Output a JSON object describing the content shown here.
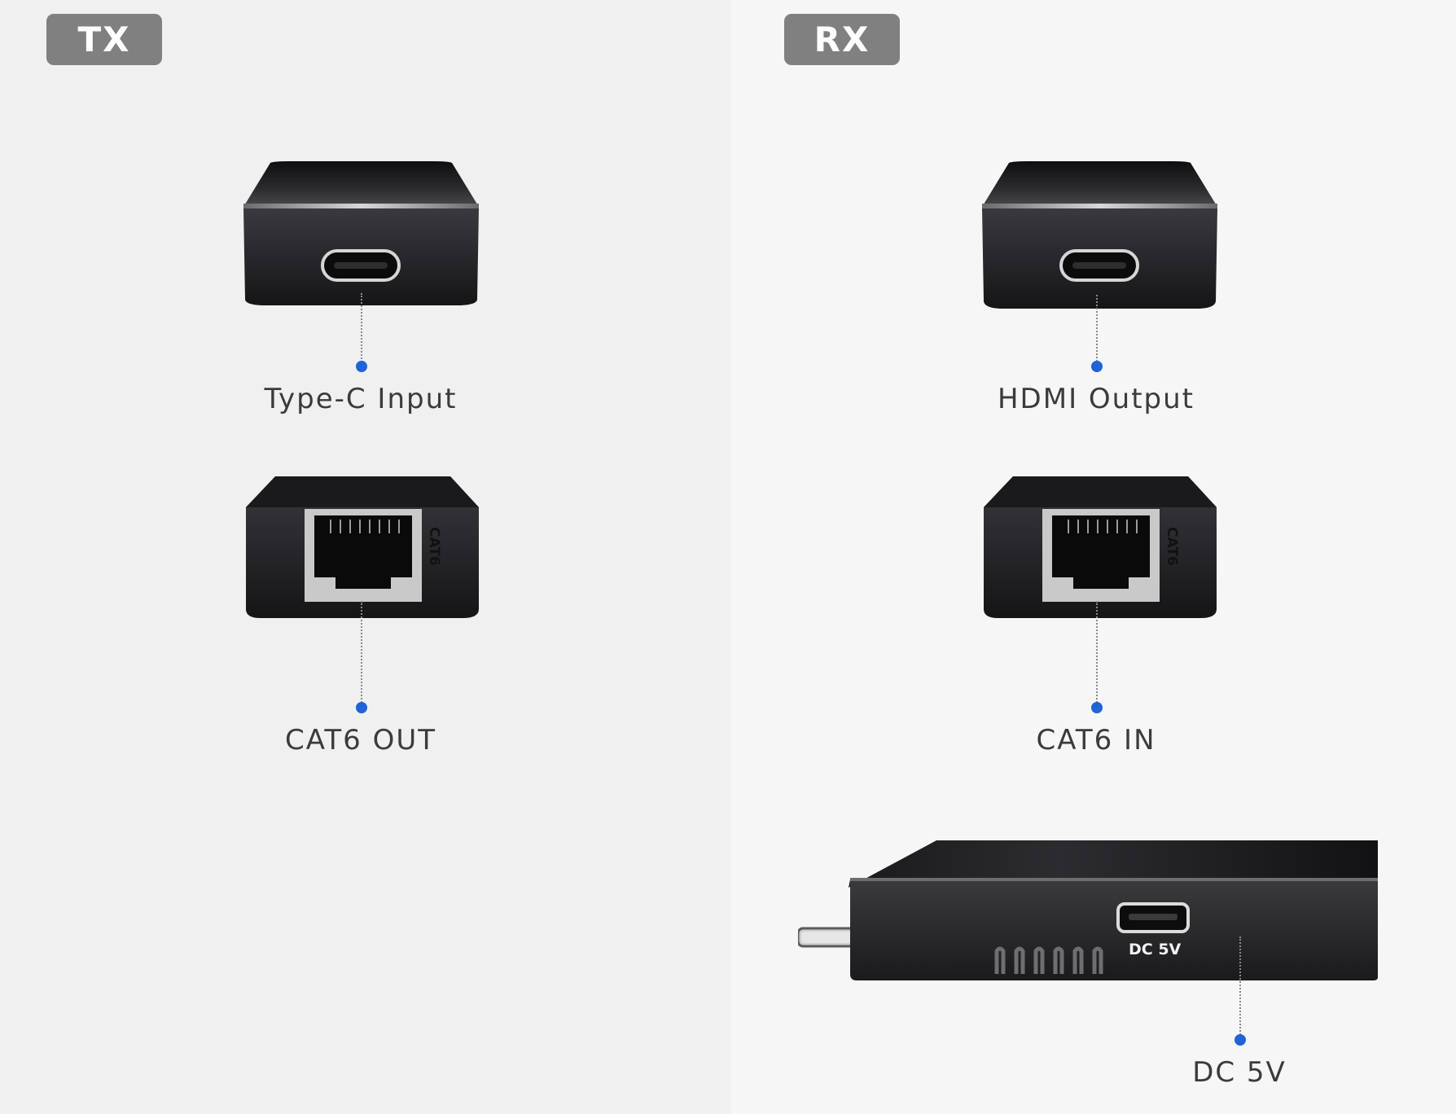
{
  "tx": {
    "badge": "TX",
    "ports": [
      {
        "caption": "Type-C Input"
      },
      {
        "caption": "CAT6 OUT",
        "port_marking": "CAT6"
      }
    ]
  },
  "rx": {
    "badge": "RX",
    "ports": [
      {
        "caption": "HDMI Output"
      },
      {
        "caption": "CAT6 IN",
        "port_marking": "CAT6"
      },
      {
        "caption": "DC 5V",
        "port_marking": "DC 5V"
      }
    ]
  },
  "colors": {
    "callout_dot": "#1f63d6",
    "badge_bg": "#808080",
    "tx_background": "#f0f0f0",
    "rx_background": "#f6f6f6"
  }
}
